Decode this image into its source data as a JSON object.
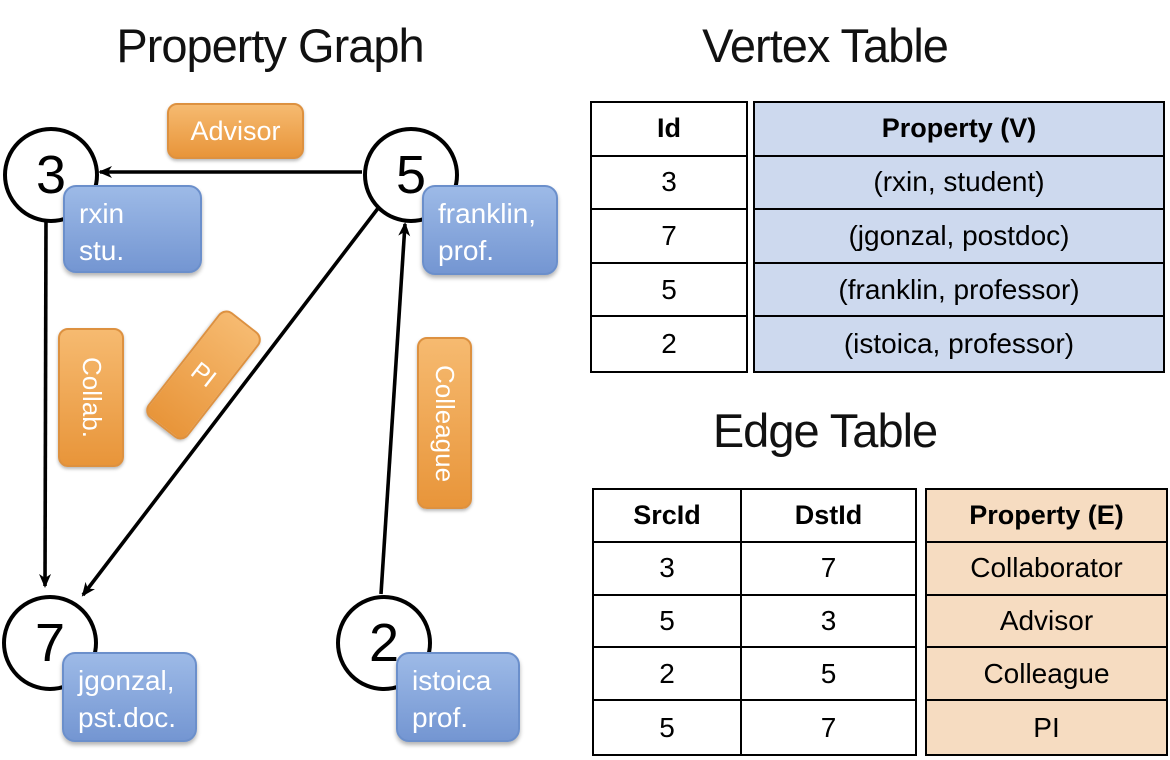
{
  "graph": {
    "title": "Property Graph",
    "nodes": [
      {
        "id": "3"
      },
      {
        "id": "5"
      },
      {
        "id": "7"
      },
      {
        "id": "2"
      }
    ],
    "node_properties": [
      {
        "node": "3",
        "lines": [
          "rxin",
          "stu."
        ]
      },
      {
        "node": "5",
        "lines": [
          "franklin,",
          "prof."
        ]
      },
      {
        "node": "7",
        "lines": [
          "jgonzal,",
          "pst.doc."
        ]
      },
      {
        "node": "2",
        "lines": [
          "istoica",
          "prof."
        ]
      }
    ],
    "edge_labels": {
      "advisor": "Advisor",
      "collab": "Collab.",
      "pi": "PI",
      "colleague": "Colleague"
    },
    "edges": [
      {
        "src": "5",
        "dst": "3",
        "label": "Advisor"
      },
      {
        "src": "3",
        "dst": "7",
        "label": "Collaborator"
      },
      {
        "src": "5",
        "dst": "7",
        "label": "PI"
      },
      {
        "src": "2",
        "dst": "5",
        "label": "Colleague"
      }
    ]
  },
  "vertex_table": {
    "title": "Vertex Table",
    "columns": [
      "Id",
      "Property (V)"
    ],
    "rows": [
      {
        "id": "3",
        "property": "(rxin, student)"
      },
      {
        "id": "7",
        "property": "(jgonzal, postdoc)"
      },
      {
        "id": "5",
        "property": "(franklin, professor)"
      },
      {
        "id": "2",
        "property": "(istoica, professor)"
      }
    ]
  },
  "edge_table": {
    "title": "Edge Table",
    "columns": [
      "SrcId",
      "DstId",
      "Property (E)"
    ],
    "rows": [
      {
        "src": "3",
        "dst": "7",
        "property": "Collaborator"
      },
      {
        "src": "5",
        "dst": "3",
        "property": "Advisor"
      },
      {
        "src": "2",
        "dst": "5",
        "property": "Colleague"
      },
      {
        "src": "5",
        "dst": "7",
        "property": "PI"
      }
    ]
  },
  "colors": {
    "edge_label_fill": "#efa04a",
    "vertex_property_fill": "#7e9fd7",
    "vertex_table_property_bg": "#cdd9ee",
    "edge_table_property_bg": "#f6dcc1",
    "line_color": "#000000"
  }
}
